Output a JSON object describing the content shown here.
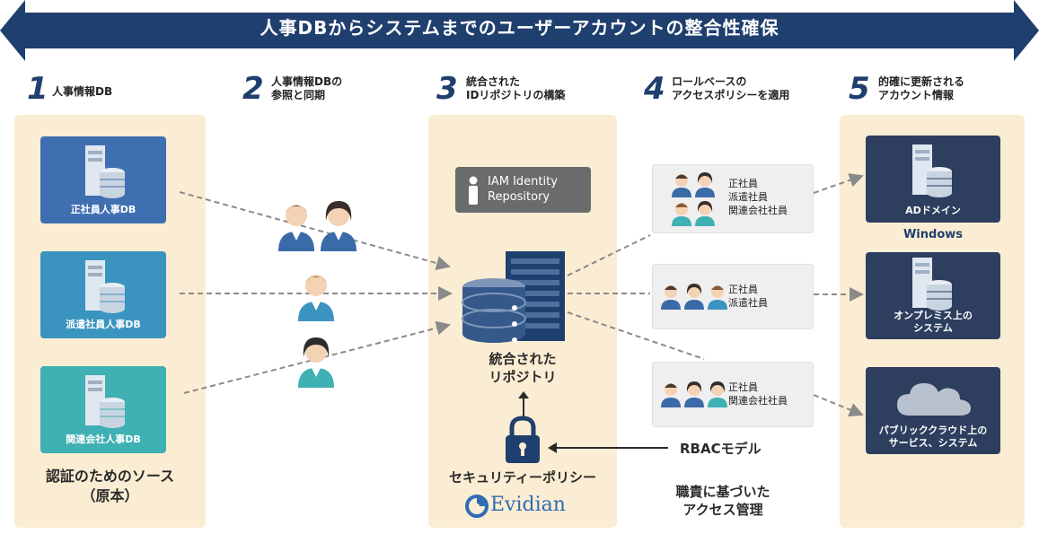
{
  "banner": {
    "title": "人事DBからシステムまでのユーザーアカウントの整合性確保"
  },
  "steps": [
    {
      "num": "1",
      "label": "人事情報DB"
    },
    {
      "num": "2",
      "label": "人事情報DBの\n参照と同期"
    },
    {
      "num": "3",
      "label": "統合された\nIDリポジトリの構築"
    },
    {
      "num": "4",
      "label": "ロールベースの\nアクセスポリシーを適用"
    },
    {
      "num": "5",
      "label": "的確に更新される\nアカウント情報"
    }
  ],
  "sources": [
    {
      "label": "正社員人事DB",
      "color": "#3f6fb0"
    },
    {
      "label": "派遣社員人事DB",
      "color": "#3b94c0"
    },
    {
      "label": "関連会社人事DB",
      "color": "#3fb0b3"
    }
  ],
  "source_caption": "認証のためのソース\n（原本）",
  "iam": {
    "text": "IAM Identity\nRepository"
  },
  "repository_caption": "統合された\nリポジトリ",
  "security_caption": "セキュリティーポリシー",
  "evidian_logo": "Evidian",
  "rbac_label": "RBACモデル",
  "duty_caption": "職責に基づいた\nアクセス管理",
  "roles": [
    {
      "lines": [
        "正社員",
        "派遣社員",
        "関連会社社員"
      ]
    },
    {
      "lines": [
        "正社員",
        "派遣社員"
      ]
    },
    {
      "lines": [
        "正社員",
        "関連会社社員"
      ]
    }
  ],
  "targets": [
    {
      "label": "ADドメイン",
      "sublabel": "Windows"
    },
    {
      "label": "オンプレミス上の\nシステム"
    },
    {
      "label": "パブリッククラウド上の\nサービス、システム"
    }
  ],
  "colors": {
    "navy": "#1f3f6e",
    "panel": "#fbedd3",
    "target_box": "#2d3e5e",
    "dash": "#8a8a8a"
  }
}
